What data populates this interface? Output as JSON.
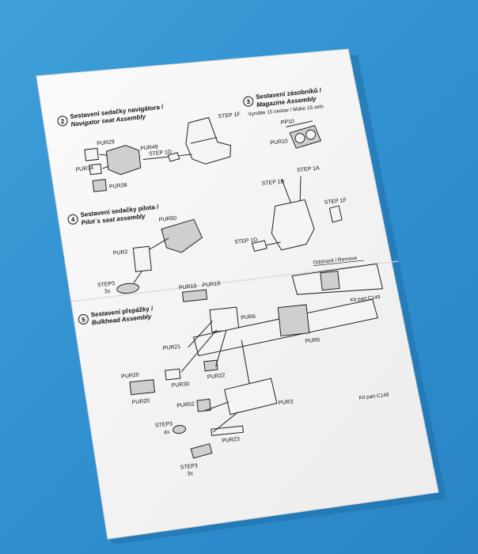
{
  "sheet": {
    "step2": {
      "num": "2",
      "title_cz": "Sestavení sedačky navigátora /",
      "title_en": "Navigator seat Assembly"
    },
    "step3": {
      "num": "3",
      "title_cz": "Sestavení zásobníků /",
      "title_en": "Magazine Assembly",
      "note": "Vyrobte 15 sestav / Make 15 sets"
    },
    "step4": {
      "num": "4",
      "title_cz": "Sestavení sedačky pilota /",
      "title_en": "Pilot´s seat  assembly"
    },
    "step5": {
      "num": "5",
      "title_cz": "Sestavení přepážky /",
      "title_en": "Bulkhead Assembly"
    },
    "labels": {
      "pur29": "PUR29",
      "pur34": "PUR34",
      "pur49": "PUR49",
      "pur38": "PUR38",
      "step1d_a": "STEP 1D",
      "step1f_a": "STEP 1F",
      "pp10": "PP10",
      "pur15": "PUR15",
      "pur50": "PUR50",
      "pur2": "PUR2",
      "step3_a": "STEP3",
      "x3_a": "3x",
      "step1b": "STEP 1B",
      "step1a": "STEP 1A",
      "step1f_b": "STEP 1F",
      "step1d_b": "STEP 1D",
      "remove": "Odstranit / Remove",
      "kit_c149_a": "Kit part C149",
      "kit_c149_b": "Kit part C149",
      "pur19_a": "PUR19",
      "pur19_b": "PUR19",
      "pur6": "PUR6",
      "pur21": "PUR21",
      "pur20_a": "PUR20",
      "pur30": "PUR30",
      "pur22": "PUR22",
      "pur20_b": "PUR20",
      "pur5": "PUR5",
      "pur52": "PUR52",
      "pur3": "PUR3",
      "step3_b": "STEP3",
      "x4": "4x",
      "pur23": "PUR23",
      "step3_c": "STEP3",
      "x3_b": "3x"
    }
  }
}
